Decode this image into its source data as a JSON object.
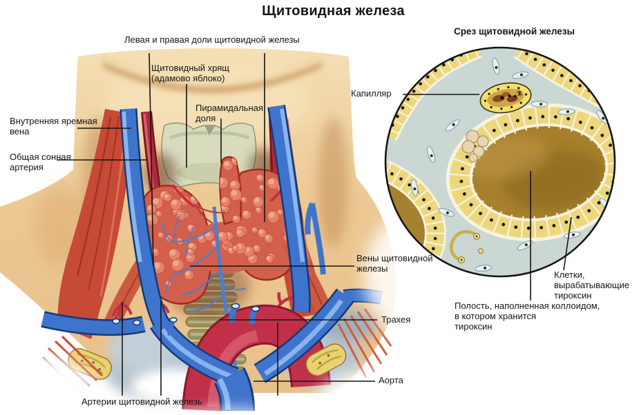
{
  "title": "Щитовидная железа",
  "inset": {
    "title": "Срез щитовидной железы",
    "labels": {
      "capillary": "Капилляр",
      "cells": "Клетки,\nвырабатывающие\nтироксин",
      "cavity": "Полость, наполненная коллоидом,\nв котором хранится\nтироксин"
    }
  },
  "main_labels": {
    "lobes": "Левая и правая доли щитовидной железы",
    "cartilage": "Щитовидный хрящ\n(адамово яблоко)",
    "pyramidal": "Пирамидальная\nдоля",
    "jugular": "Внутренняя яремная\nвена",
    "carotid": "Общая сонная\nартерия",
    "veins": "Вены щитовидной\nжелезы",
    "trachea": "Трахея",
    "aorta": "Аорта",
    "arteries": "Артерии щитовидной железь"
  },
  "colors": {
    "skin": "#ecc68f",
    "muscle_red": "#c64a36",
    "vein_blue": "#3f74cc",
    "artery_red": "#b22a3a",
    "gland_salmon": "#d3604c",
    "trachea_olive": "#9a945e",
    "cartilage_pale": "#d9dcbc",
    "bone_yellow": "#e9d16e",
    "interstitium": "#cbd7d2",
    "follicle_cell_yellow": "#ecd77d",
    "colloid_brown": "#a6802c",
    "label_ink": "#141414"
  }
}
